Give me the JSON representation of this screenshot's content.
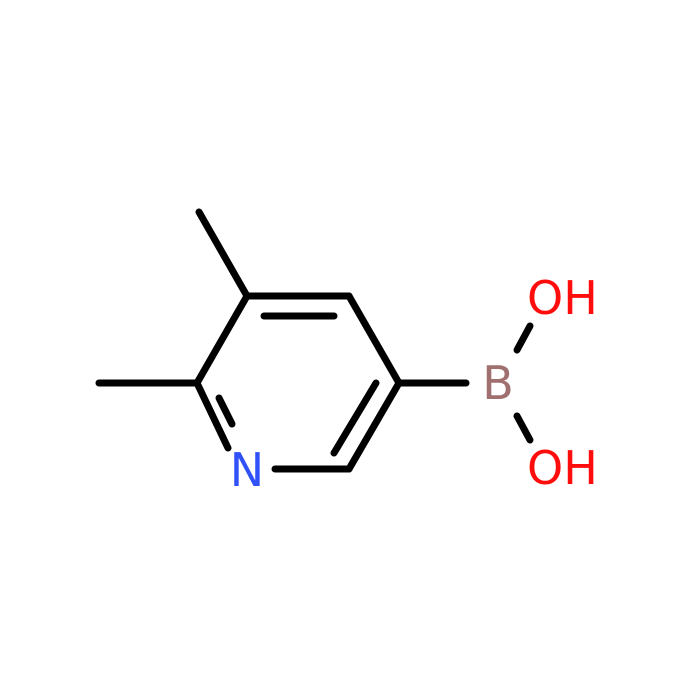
{
  "colors": {
    "bond": "#000000",
    "nitrogen": "#3050F8",
    "boron": "#A07070",
    "oxygen": "#FF0D0D"
  },
  "atoms": {
    "nitrogen": "N",
    "boron": "B",
    "hydroxyl_top": "OH",
    "hydroxyl_bottom": "OH"
  }
}
